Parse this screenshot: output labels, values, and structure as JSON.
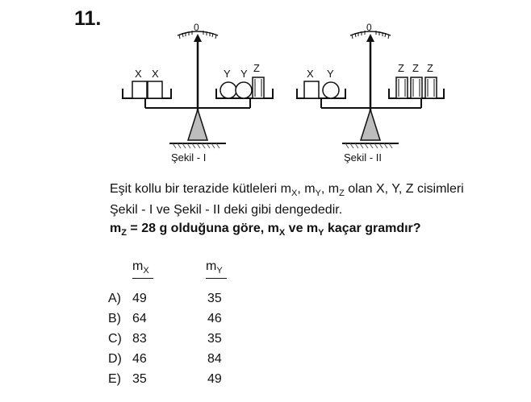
{
  "question": {
    "number": "11.",
    "figure": {
      "scale_zero": "0",
      "left_pan_labels_1": [
        "X",
        "X"
      ],
      "right_pan_labels_1": [
        "Y",
        "Y",
        "Z"
      ],
      "caption_1": "Şekil - I",
      "left_pan_labels_2": [
        "X",
        "Y"
      ],
      "right_pan_labels_2": [
        "Z",
        "Z",
        "Z"
      ],
      "caption_2": "Şekil - II"
    },
    "stem": {
      "p1": "Eşit kollu bir terazide kütleleri m",
      "s1": "X",
      "p2": ", m",
      "s2": "Y",
      "p3": ", m",
      "s3": "Z",
      "p4": " olan X, Y, Z cisimleri Şekil - I ve Şekil - II deki gibi dengededir."
    },
    "bold": {
      "p1": "m",
      "s1": "Z",
      "p2": " = 28 g olduğuna göre, m",
      "s2": "X",
      "p3": " ve m",
      "s3": "Y",
      "p4": " kaçar gramdır?"
    },
    "columns": [
      {
        "main": "m",
        "sub": "X"
      },
      {
        "main": "m",
        "sub": "Y"
      }
    ],
    "options": [
      {
        "label": "A)",
        "mx": "49",
        "my": "35"
      },
      {
        "label": "B)",
        "mx": "64",
        "my": "46"
      },
      {
        "label": "C)",
        "mx": "83",
        "my": "35"
      },
      {
        "label": "D)",
        "mx": "46",
        "my": "84"
      },
      {
        "label": "E)",
        "mx": "35",
        "my": "49"
      }
    ]
  }
}
